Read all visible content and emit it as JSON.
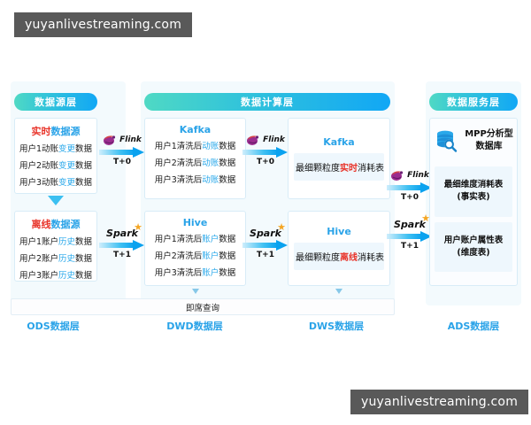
{
  "watermark": {
    "top": "yuyanlivestreaming.com",
    "bottom": "yuyanlivestreaming.com"
  },
  "headers": {
    "source_layer": "数据源层",
    "compute_layer": "数据计算层",
    "service_layer": "数据服务层"
  },
  "ods": {
    "realtime": {
      "title_red": "实时",
      "title_blue": "数据源",
      "rows": [
        {
          "a": "用户1动账",
          "b": "变更",
          "c": "数据"
        },
        {
          "a": "用户2动账",
          "b": "变更",
          "c": "数据"
        },
        {
          "a": "用户3动账",
          "b": "变更",
          "c": "数据"
        }
      ]
    },
    "offline": {
      "title_red": "离线",
      "title_blue": "数据源",
      "rows": [
        {
          "a": "用户1账户",
          "b": "历史",
          "c": "数据"
        },
        {
          "a": "用户2账户",
          "b": "历史",
          "c": "数据"
        },
        {
          "a": "用户3账户",
          "b": "历史",
          "c": "数据"
        }
      ]
    }
  },
  "dwd": {
    "kafka": {
      "title": "Kafka",
      "rows": [
        {
          "a": "用户1清洗后",
          "b": "动账",
          "c": "数据"
        },
        {
          "a": "用户2清洗后",
          "b": "动账",
          "c": "数据"
        },
        {
          "a": "用户3清洗后",
          "b": "动账",
          "c": "数据"
        }
      ]
    },
    "hive": {
      "title": "Hive",
      "rows": [
        {
          "a": "用户1清洗后",
          "b": "账户",
          "c": "数据"
        },
        {
          "a": "用户2清洗后",
          "b": "账户",
          "c": "数据"
        },
        {
          "a": "用户3清洗后",
          "b": "账户",
          "c": "数据"
        }
      ]
    }
  },
  "dws": {
    "kafka": {
      "title": "Kafka",
      "row": {
        "a": "最细颗粒度",
        "b": "实时",
        "c": "消耗表"
      }
    },
    "hive": {
      "title": "Hive",
      "row": {
        "a": "最细颗粒度",
        "b": "离线",
        "c": "消耗表"
      }
    }
  },
  "ads": {
    "db_label_line1": "MPP分析型",
    "db_label_line2": "数据库",
    "fact_line1": "最细维度消耗表",
    "fact_line2": "(事实表)",
    "dim_line1": "用户账户属性表",
    "dim_line2": "(维度表)"
  },
  "connectors": [
    {
      "engine": "Flink",
      "latency": "T+0"
    },
    {
      "engine": "Spark",
      "latency": "T+1"
    },
    {
      "engine": "Flink",
      "latency": "T+0"
    },
    {
      "engine": "Spark",
      "latency": "T+1"
    },
    {
      "engine": "Flink",
      "latency": "T+0"
    },
    {
      "engine": "Spark",
      "latency": "T+1"
    }
  ],
  "adhoc_query": "即席查询",
  "footer_labels": {
    "ods": "ODS数据层",
    "dwd": "DWD数据层",
    "dws": "DWS数据层",
    "ads": "ADS数据层"
  },
  "colors": {
    "accent_blue": "#2aa3e8",
    "accent_red": "#e8342a",
    "pill_start": "#4fd9c4",
    "pill_end": "#11a7f5",
    "panel_bg": "#f3fafd",
    "watermark_bg": "#595959"
  }
}
